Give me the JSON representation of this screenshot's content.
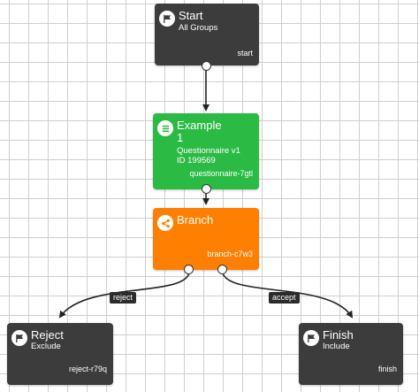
{
  "colors": {
    "start_node": "#3c3c3c",
    "example_node": "#2bbb44",
    "branch_node": "#ff8000",
    "terminal_node": "#3c3c3c",
    "edge": "#222222"
  },
  "nodes": {
    "start": {
      "icon": "flag-icon",
      "title": "Start",
      "subtitle": "All Groups",
      "id_label": "start"
    },
    "example": {
      "icon": "list-icon",
      "title": "Example",
      "line1": "1",
      "line2": "Questionnaire v1",
      "line3": "ID 199569",
      "id_label": "questionnaire-7gtl"
    },
    "branch": {
      "icon": "share-icon",
      "title": "Branch",
      "id_label": "branch-c7w3"
    },
    "reject": {
      "icon": "flag-icon",
      "title": "Reject",
      "subtitle": "Exclude",
      "id_label": "reject-r79q"
    },
    "finish": {
      "icon": "flag-icon",
      "title": "Finish",
      "subtitle": "Include",
      "id_label": "finish"
    }
  },
  "edges": {
    "reject_label": "reject",
    "accept_label": "accept"
  }
}
